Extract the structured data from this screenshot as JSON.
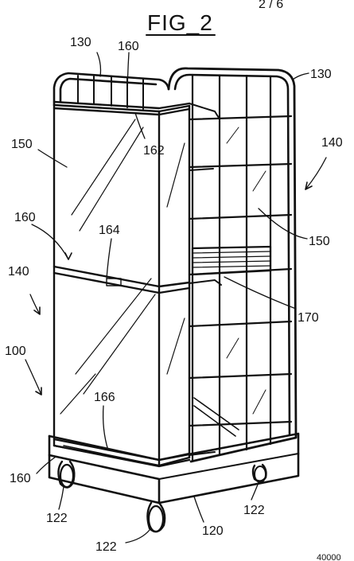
{
  "figure": {
    "title": "FIG_2",
    "corner_text": "2 / 6",
    "bottom_code": "40000"
  },
  "labels": {
    "l130a": "130",
    "l160a": "160",
    "l130b": "130",
    "l150a": "150",
    "l162": "162",
    "l140a": "140",
    "l160b": "160",
    "l164": "164",
    "l150b": "150",
    "l140b": "140",
    "l170": "170",
    "l100": "100",
    "l166": "166",
    "l160c": "160",
    "l122a": "122",
    "l122b": "122",
    "l120": "120",
    "l122c": "122"
  },
  "colors": {
    "ink": "#111111",
    "paper": "#ffffff"
  }
}
